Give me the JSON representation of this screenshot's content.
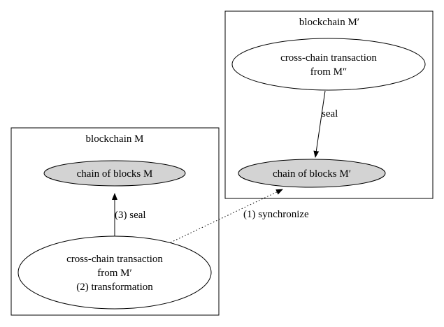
{
  "clusters": {
    "left": {
      "label": "blockchain M"
    },
    "right": {
      "label": "blockchain M′"
    }
  },
  "nodes": {
    "chain_m": {
      "label": "chain of blocks M",
      "fill": "#d3d3d3"
    },
    "tx_left": {
      "lines": [
        "cross-chain transaction",
        "from M′",
        "(2) transformation"
      ],
      "fill": "#ffffff"
    },
    "tx_right": {
      "lines": [
        "cross-chain transaction",
        "from M″"
      ],
      "fill": "#ffffff"
    },
    "chain_mp": {
      "label": "chain of blocks M′",
      "fill": "#d3d3d3"
    }
  },
  "edges": {
    "seal_left": {
      "label": "(3) seal"
    },
    "seal_right": {
      "label": "seal"
    },
    "synchronize": {
      "label": "(1) synchronize"
    }
  }
}
